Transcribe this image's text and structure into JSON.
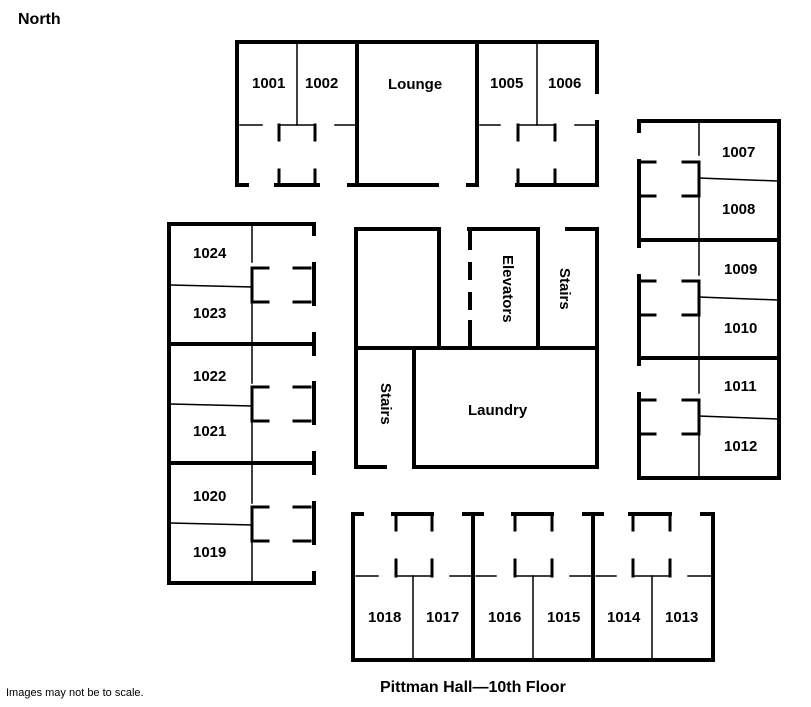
{
  "north_label": "North",
  "caption": "Pittman Hall—10th Floor",
  "disclaimer": "Images may not be to scale.",
  "rooms": {
    "r1001": "1001",
    "r1002": "1002",
    "r1005": "1005",
    "r1006": "1006",
    "r1007": "1007",
    "r1008": "1008",
    "r1009": "1009",
    "r1010": "1010",
    "r1011": "1011",
    "r1012": "1012",
    "r1013": "1013",
    "r1014": "1014",
    "r1015": "1015",
    "r1016": "1016",
    "r1017": "1017",
    "r1018": "1018",
    "r1019": "1019",
    "r1020": "1020",
    "r1021": "1021",
    "r1022": "1022",
    "r1023": "1023",
    "r1024": "1024"
  },
  "spaces": {
    "lounge": "Lounge",
    "elevators": "Elevators",
    "stairs_east": "Stairs",
    "stairs_west": "Stairs",
    "laundry": "Laundry"
  }
}
